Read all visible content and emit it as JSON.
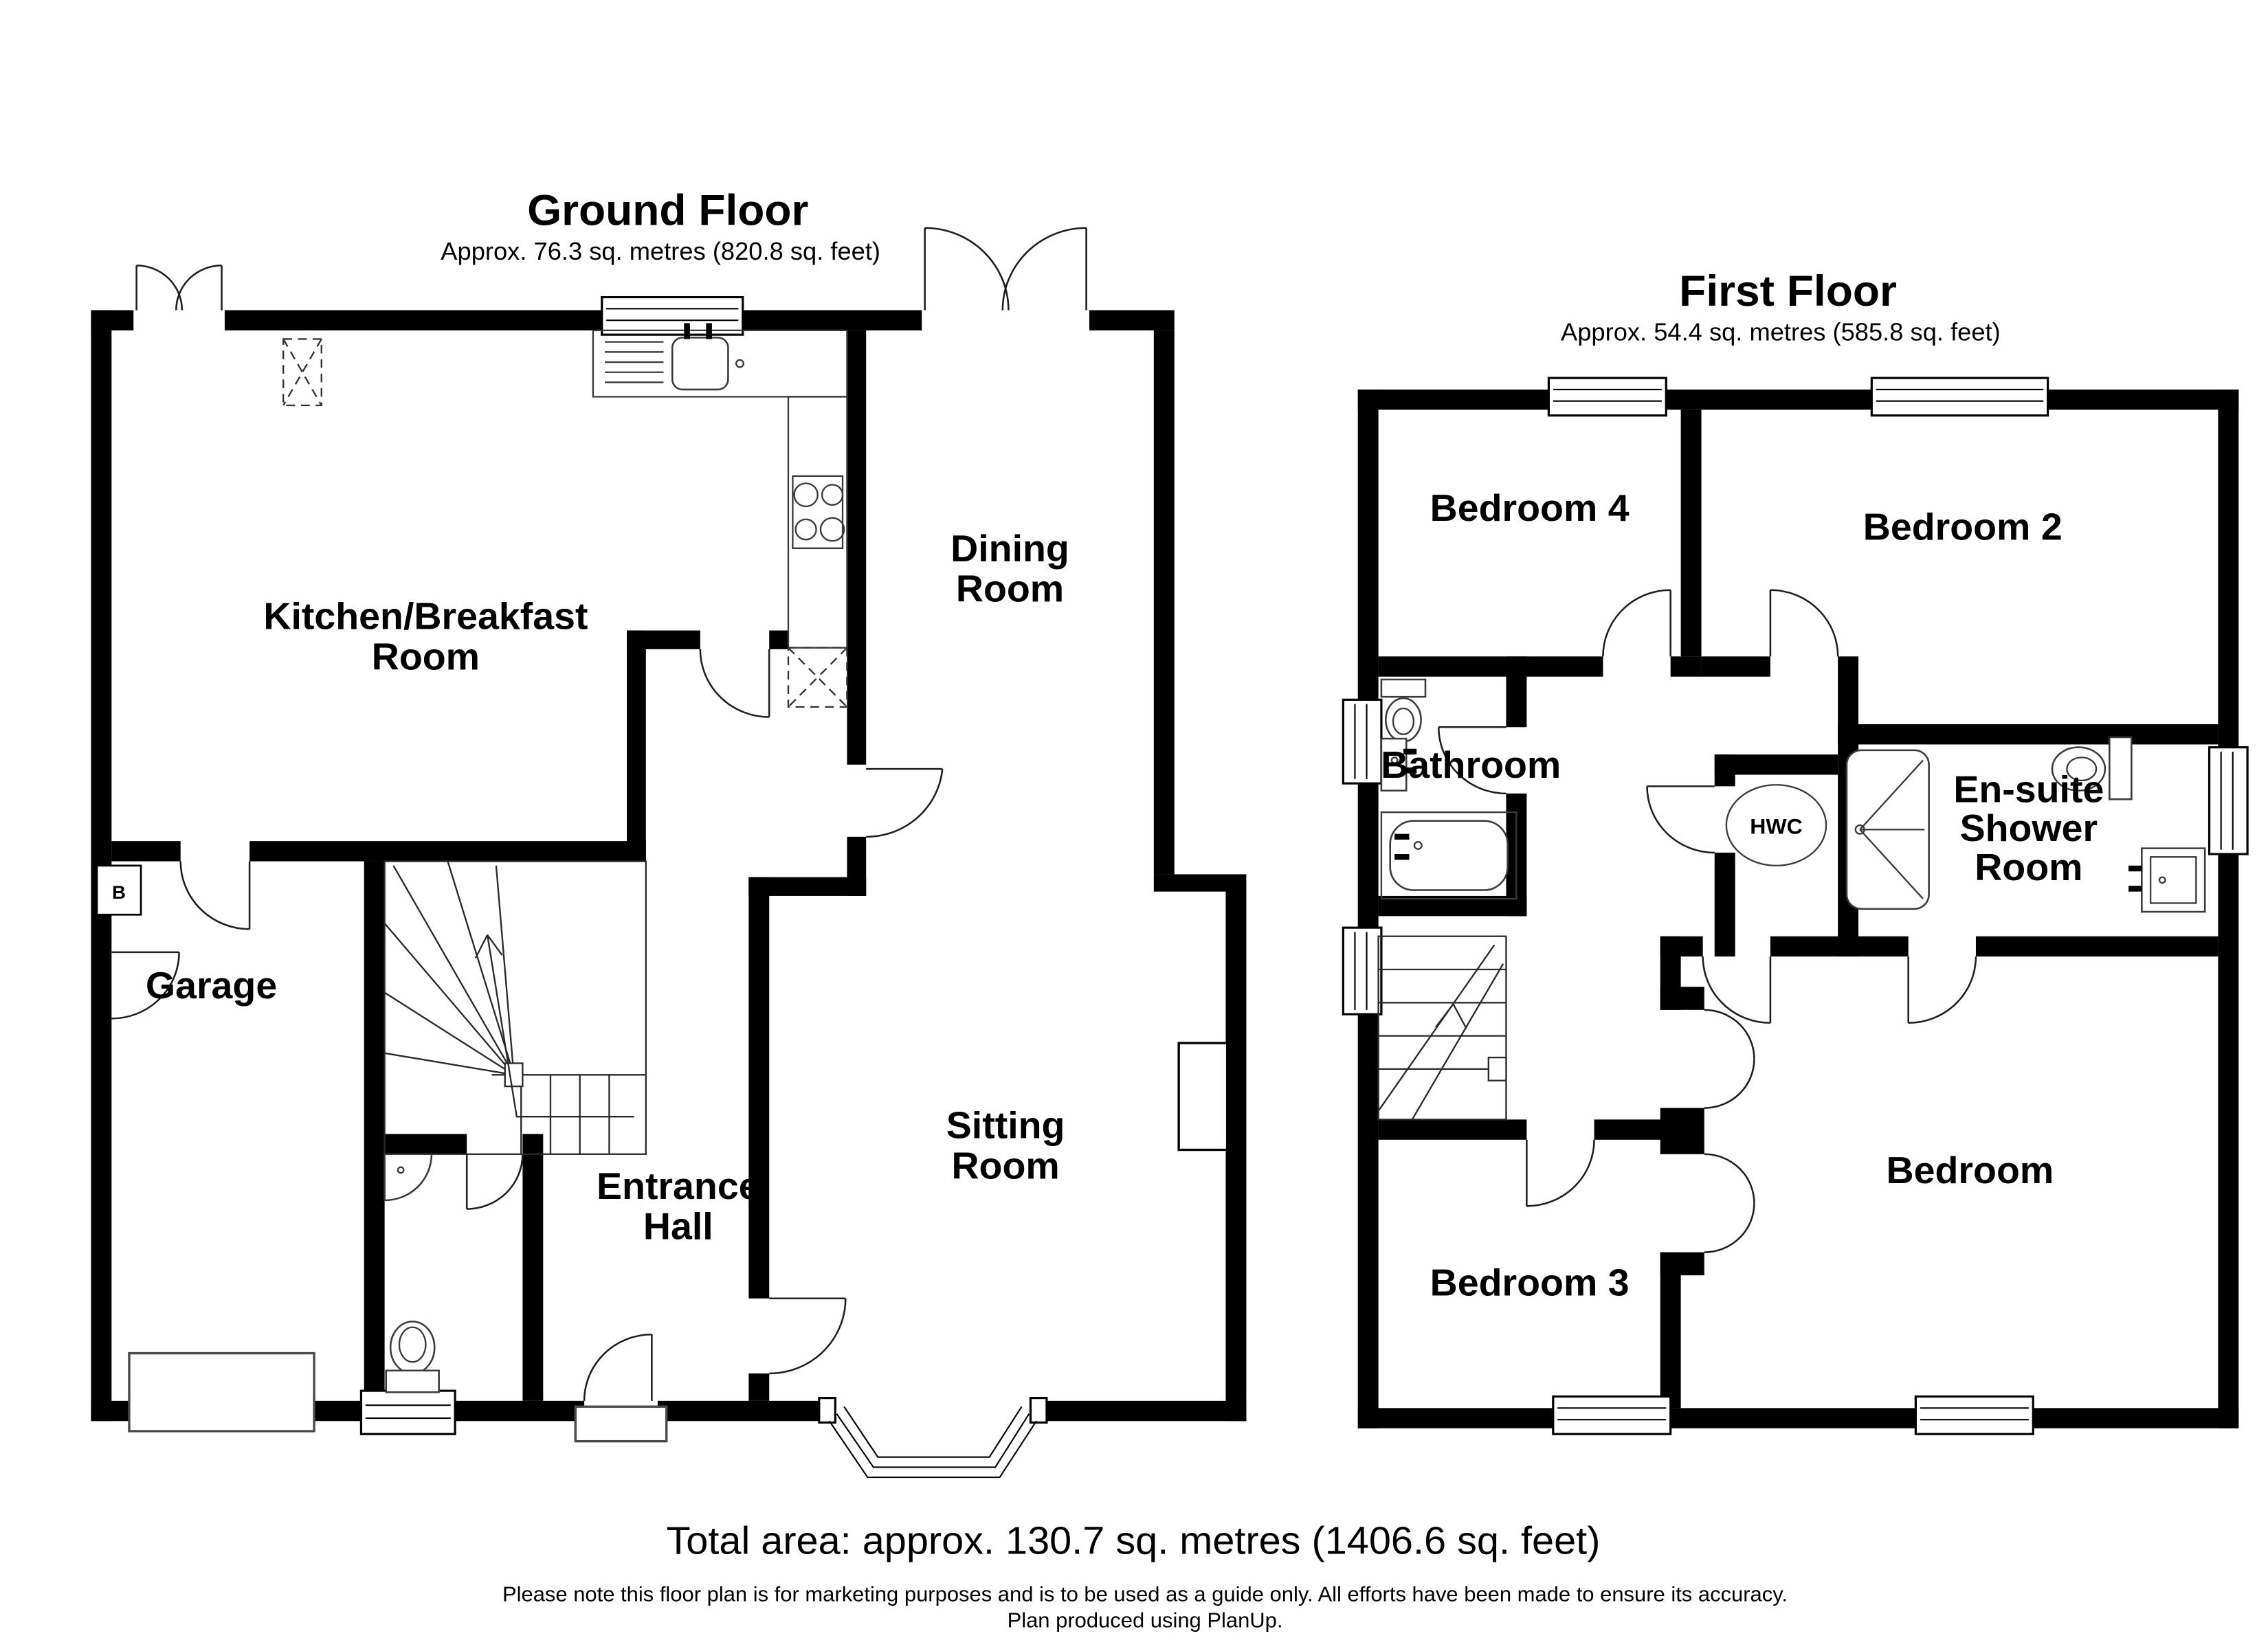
{
  "ground_floor": {
    "title": "Ground Floor",
    "subtitle": "Approx. 76.3 sq. metres (820.8 sq. feet)",
    "rooms": {
      "kitchen_line1": "Kitchen/Breakfast",
      "kitchen_line2": "Room",
      "dining_line1": "Dining",
      "dining_line2": "Room",
      "sitting_line1": "Sitting",
      "sitting_line2": "Room",
      "entrance_line1": "Entrance",
      "entrance_line2": "Hall",
      "garage": "Garage",
      "boiler": "B"
    }
  },
  "first_floor": {
    "title": "First Floor",
    "subtitle": "Approx. 54.4 sq. metres (585.8 sq. feet)",
    "rooms": {
      "bedroom4": "Bedroom 4",
      "bedroom2": "Bedroom 2",
      "bathroom": "Bathroom",
      "ensuite_line1": "En-suite",
      "ensuite_line2": "Shower",
      "ensuite_line3": "Room",
      "hwc": "HWC",
      "bedroom3": "Bedroom 3",
      "bedroom": "Bedroom"
    }
  },
  "footer": {
    "total_area": "Total area: approx. 130.7 sq. metres (1406.6 sq. feet)",
    "disclaimer": "Please note this floor plan is for marketing purposes and is to be used as a guide only. All efforts have been made to ensure its accuracy.",
    "credit": "Plan produced using PlanUp."
  },
  "colors": {
    "wall": "#000000",
    "background": "#ffffff",
    "fixture_line": "#3a3a3a"
  }
}
